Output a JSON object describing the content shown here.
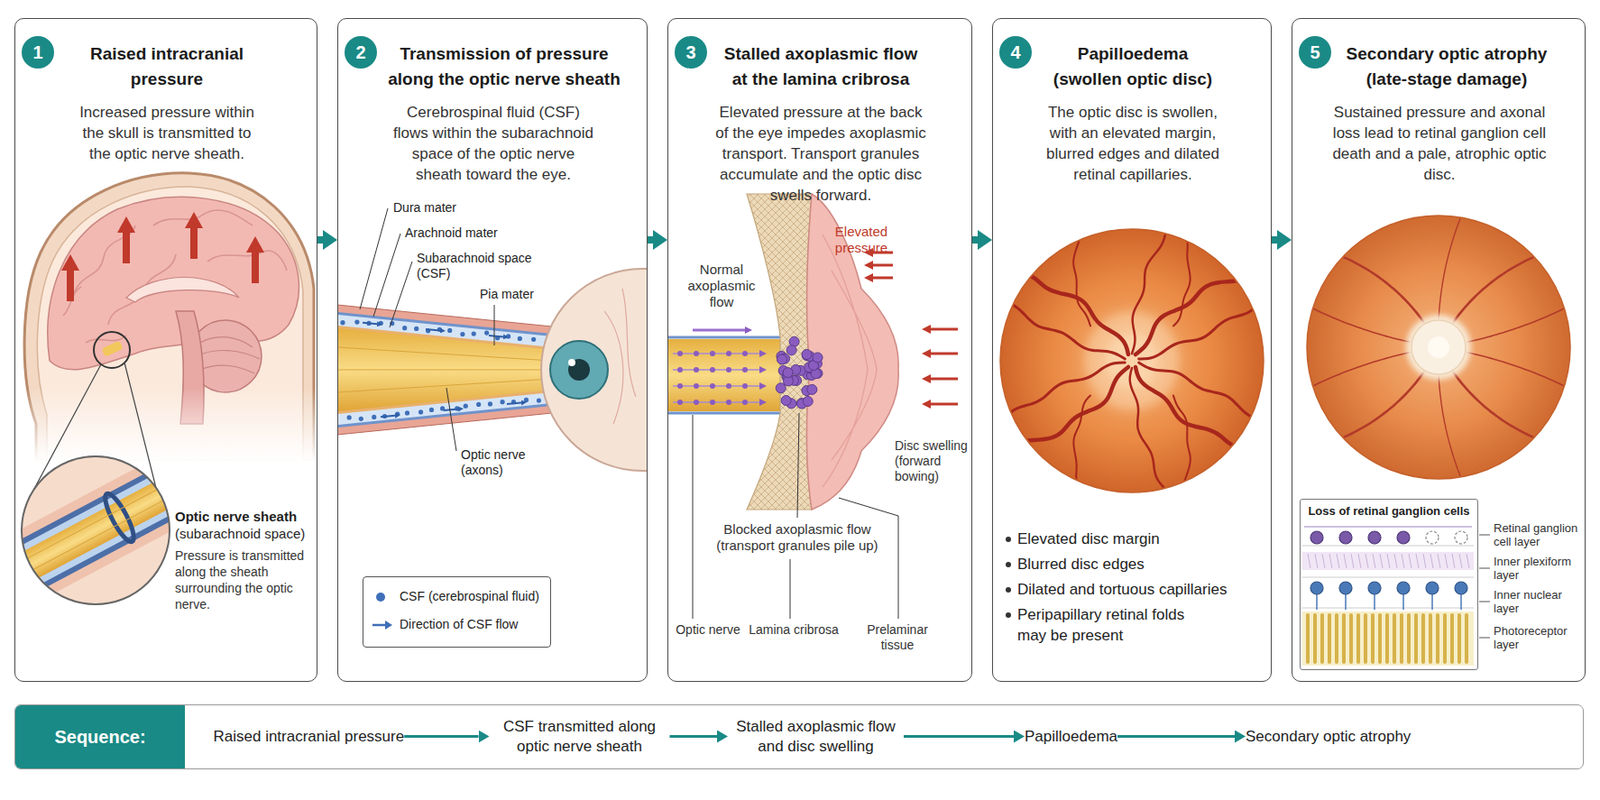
{
  "diagram": {
    "nodes": [
      {
        "text": [
          "Raised intracranial pressure",
          "Increased pressure within the skull is transmitted to the optic nerve sheath."
        ]
      },
      {
        "text": [
          "Transmission of pressure along the optic nerve sheath",
          "Cerebrospinal fluid (CSF) flows within the subarachnoid space of the optic nerve sheath toward the eye."
        ]
      },
      {
        "text": [
          "Stalled axoplasmic flow at the lamina cribrosa",
          "Elevated pressure at the back of the eye impedes axoplasmic transport. Transport granules accumulate and the optic disc swells forward."
        ]
      },
      {
        "text": [
          "Papilloedema (swollen optic disc)",
          "The optic disc is swollen, with an elevated margin, blurred edges and dilated retinal capillaries."
        ]
      },
      {
        "text": [
          "Secondary optic atrophy (late-stage damage)",
          "Sustained pressure and axonal loss lead to retinal ganglion cell death and a pale, atrophic optic disc."
        ]
      },
      {
        "text": [
          "Loss of retinal ganglion cells"
        ],
        "in": 4
      },
      {
        "text": [
          "Sequence:"
        ]
      },
      {
        "text": [
          "Raised intracranial pressure"
        ],
        "in": 6
      },
      {
        "text": [
          "CSF transmitted along optic nerve sheath"
        ],
        "in": 6
      },
      {
        "text": [
          "Stalled axoplasmic flow and disc swelling"
        ],
        "in": 6
      },
      {
        "text": [
          "Papilloedema"
        ],
        "in": 6
      },
      {
        "text": [
          "Secondary optic atrophy"
        ],
        "in": 6
      }
    ],
    "edges": [
      {
        "from": 0,
        "to": 1,
        "arrow": "to"
      },
      {
        "from": 1,
        "to": 2,
        "arrow": "to"
      },
      {
        "from": 2,
        "to": 3,
        "arrow": "to"
      },
      {
        "from": 3,
        "to": 4,
        "arrow": "to"
      },
      {
        "from": 7,
        "to": 8,
        "arrow": "to"
      },
      {
        "from": 8,
        "to": 9,
        "arrow": "to"
      },
      {
        "from": 9,
        "to": 10,
        "arrow": "to"
      },
      {
        "from": 10,
        "to": 11,
        "arrow": "to"
      }
    ],
    "labels": [
      "1",
      "2",
      "3",
      "4",
      "5",
      "Optic nerve sheath",
      "(subarachnoid space)",
      "Pressure is transmitted along the sheath surrounding the optic nerve.",
      "Dura mater",
      "Arachnoid mater",
      "Subarachnoid space (CSF)",
      "Pia mater",
      "Optic nerve (axons)",
      "Elevated pressure",
      "Normal axoplasmic flow",
      "Disc swelling (forward bowing)",
      "Blocked axoplasmic flow (transport granules pile up)",
      "Optic nerve",
      "Lamina cribrosa",
      "Prelaminar tissue",
      "Elevated disc margin",
      "Blurred disc edges",
      "Dilated and tortuous capillaries",
      "Peripapillary retinal folds may be present",
      "Retinal ganglion cell layer",
      "Inner plexiform layer",
      "Inner nuclear layer",
      "Photoreceptor layer"
    ],
    "legend": [
      {
        "text": "CSF (cerebrospinal fluid)"
      },
      {
        "text": "Direction of CSF flow"
      }
    ]
  }
}
